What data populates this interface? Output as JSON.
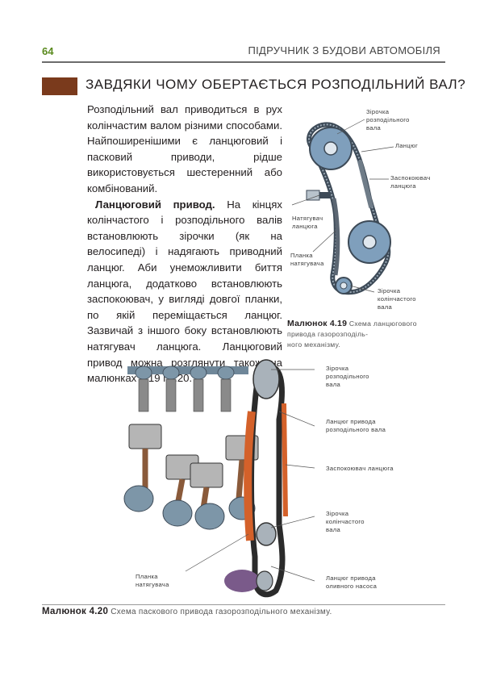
{
  "header": {
    "page_number": "64",
    "book_title": "ПІДРУЧНИК З БУДОВИ АВТОМОБІЛЯ"
  },
  "section": {
    "title": "ЗАВДЯКИ ЧОМУ ОБЕРТАЄТЬСЯ РОЗПОДІЛЬНИЙ ВАЛ?"
  },
  "body": {
    "paragraph1": "Розподільний вал приводиться в рух колінчастим валом різними способами. Найпоширенішими є ланцюговий і пасковий приводи, рідше використовується шестеренний або комбінований.",
    "paragraph2_lead": "Ланцюговий привод.",
    "paragraph2": " На кінцях колінчастого і розподільного валів встановлюють зірочки (як на велосипеді) і надягають приводний ланцюг. Аби унеможливити биття ланцюга, додатково встановлюють заспокоювач, у вигляді довгої планки, по якій переміщається ланцюг. Зазвичай з іншого боку встановлюють натягувач ланцюга. Ланцюговий привод можна розглянути також на малюнках 4.19 і 4.20."
  },
  "figure_4_19": {
    "labels": {
      "cam_sprocket": [
        "Зірочка",
        "розподільного",
        "вала"
      ],
      "chain": [
        "Ланцюг"
      ],
      "damper": [
        "Заспокоювач",
        "ланцюга"
      ],
      "tensioner": [
        "Натягувач",
        "ланцюга"
      ],
      "tensioner_bar": [
        "Планка",
        "натягувача"
      ],
      "crank_sprocket": [
        "Зірочка",
        "колінчастого",
        "вала"
      ]
    },
    "caption_number": "Малюнок 4.19",
    "caption_text": [
      "Схема ланцюгового",
      "привода газорозподіль-",
      "ного механізму."
    ]
  },
  "figure_4_20": {
    "labels": {
      "cam_sprocket": [
        "Зірочка",
        "розподільного",
        "вала"
      ],
      "cam_chain": [
        "Ланцюг привода",
        "розподільного вала"
      ],
      "damper": [
        "Заспокоювач ланцюга"
      ],
      "crank_sprocket": [
        "Зірочка",
        "колінчастого",
        "вала"
      ],
      "tensioner_bar": [
        "Планка",
        "натягувача"
      ],
      "oil_pump_chain": [
        "Ланцюг привода",
        "оливного насоса"
      ]
    },
    "caption_number": "Малюнок 4.20",
    "caption_text": "Схема паскового привода газорозподільного механізму."
  },
  "colors": {
    "section_bar": "#7a3a1c",
    "page_number": "#5a8a1e",
    "sprocket_blue": "#7f9fbc",
    "tensioner_orange": "#d4612a"
  }
}
